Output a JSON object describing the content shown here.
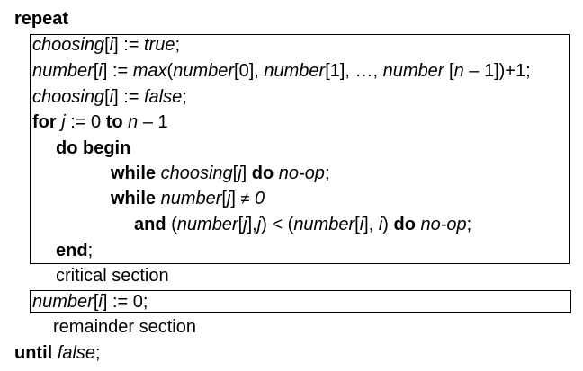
{
  "kw": {
    "repeat": "repeat",
    "for": "for",
    "to": "to",
    "do": "do",
    "do_begin": "do begin",
    "while": "while",
    "and": "and",
    "end": "end",
    "until": "until"
  },
  "line1": {
    "var": "choosing",
    "idx": "i",
    "assign": "] := ",
    "value": "true",
    "end": ";"
  },
  "line2": {
    "v1": "number",
    "i1": "i",
    "op": "] := ",
    "fn": "max",
    "paren": "(",
    "a1": "number",
    "a1_idx": "[0], ",
    "a2": "number",
    "a2_idx": "[1], …, ",
    "a3": "number",
    "a3_idx_open": " [",
    "n": "n",
    "a3_idx_close": " – 1])+1;"
  },
  "line3": {
    "var": "choosing",
    "idx": "i",
    "assign": "] := ",
    "value": "false",
    "end": ";"
  },
  "line4": {
    "j": "j",
    "assign": " := 0 ",
    "n": "n",
    "minus": " – 1"
  },
  "while1": {
    "var": "choosing",
    "idx": "j",
    "end": "] ",
    "noop": "no-op",
    "semi": ";"
  },
  "while2": {
    "var": "number",
    "idx": "j",
    "end": "] ",
    "ne": "≠",
    "zero": " 0"
  },
  "and_line": {
    "open": " (",
    "v1": "number",
    "j1": "j",
    "mid1": "],",
    "j2": "j",
    "mid2": ") < (",
    "v2": "number",
    "i1": "i",
    "mid3": "], ",
    "i2": "i",
    "close": ") ",
    "noop": "no-op",
    "semi": ";"
  },
  "end_semi": ";",
  "critical": "critical section",
  "reset": {
    "var": "number",
    "idx": "i",
    "assign": "] := 0;"
  },
  "remainder": "remainder section",
  "until_value": "false",
  "until_semi": ";"
}
